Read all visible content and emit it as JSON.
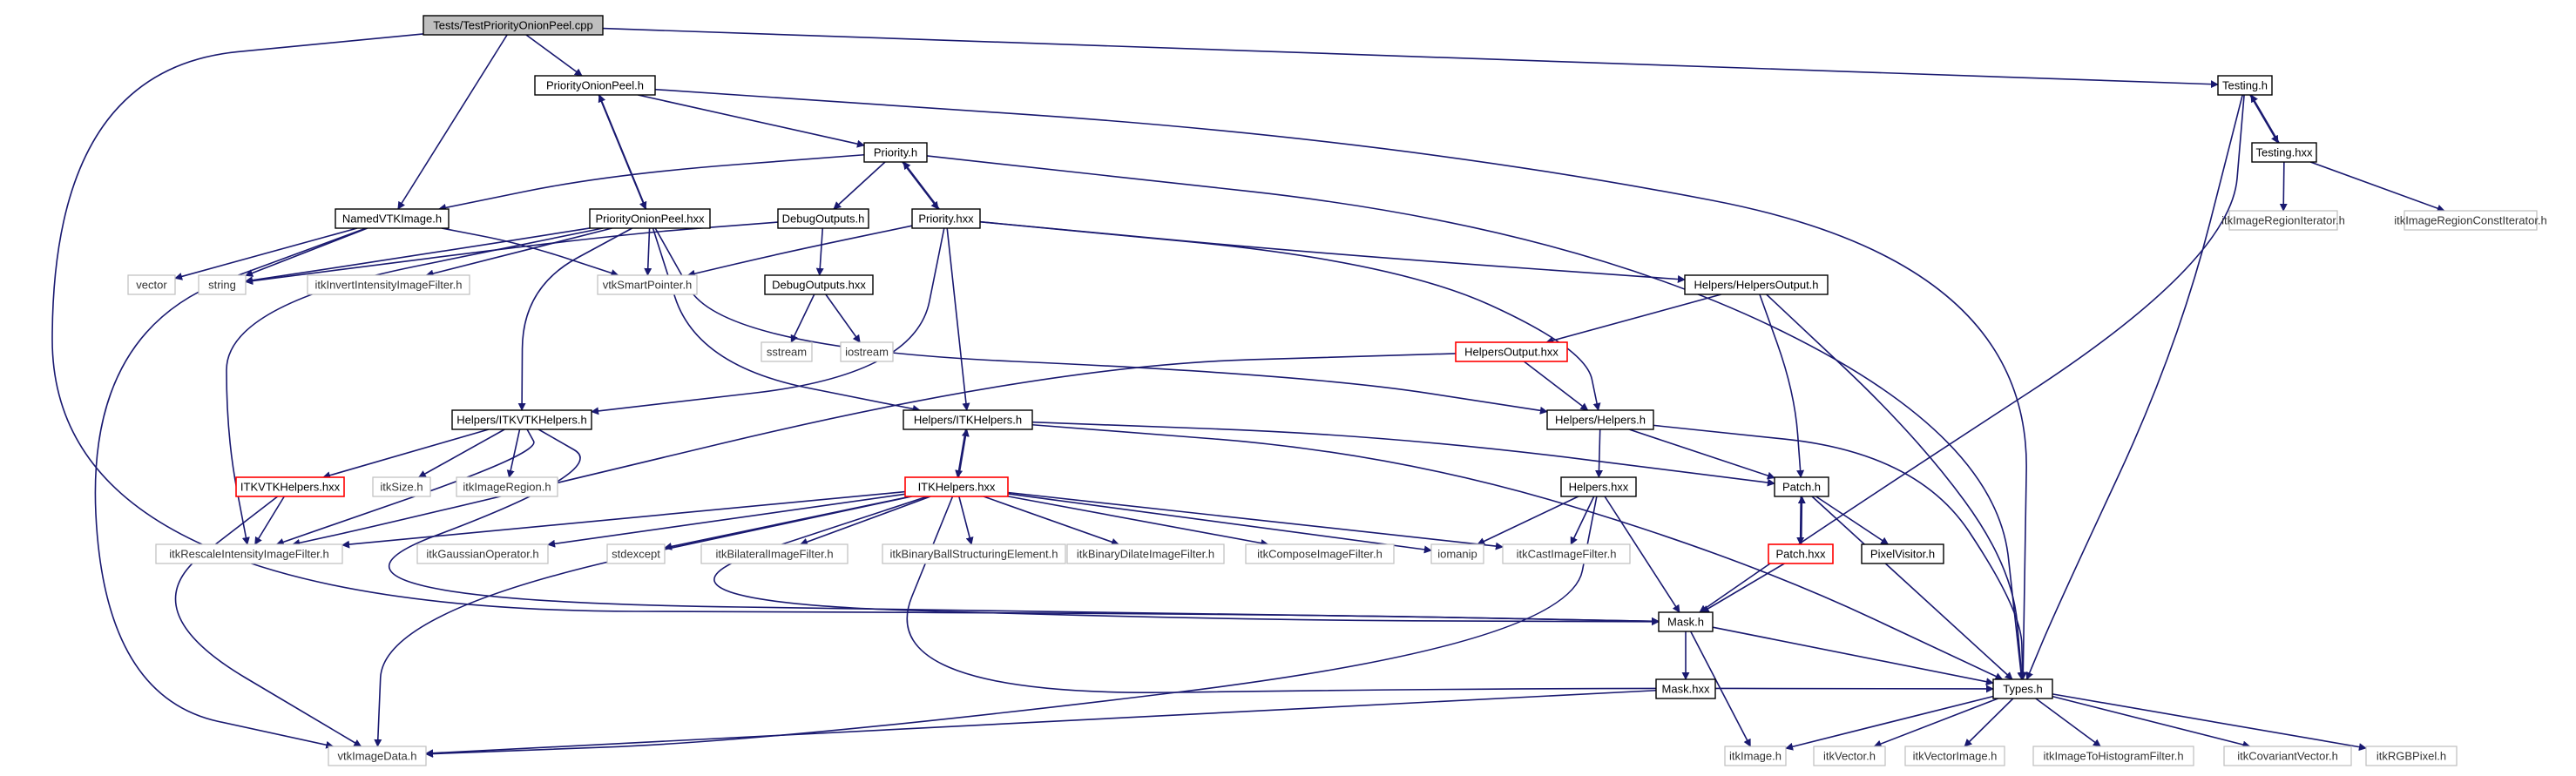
{
  "graph": {
    "nodes": [
      {
        "id": "root",
        "label": "Tests/TestPriorityOnionPeel.cpp",
        "style": "root"
      },
      {
        "id": "pop_h",
        "label": "PriorityOnionPeel.h",
        "style": "solid"
      },
      {
        "id": "testing_h",
        "label": "Testing.h",
        "style": "solid"
      },
      {
        "id": "testing_hxx",
        "label": "Testing.hxx",
        "style": "solid"
      },
      {
        "id": "regit",
        "label": "itkImageRegionIterator.h",
        "style": "gray"
      },
      {
        "id": "regcit",
        "label": "itkImageRegionConstIterator.h",
        "style": "gray"
      },
      {
        "id": "priority_h",
        "label": "Priority.h",
        "style": "solid"
      },
      {
        "id": "namedvtk",
        "label": "NamedVTKImage.h",
        "style": "solid"
      },
      {
        "id": "pop_hxx",
        "label": "PriorityOnionPeel.hxx",
        "style": "solid"
      },
      {
        "id": "debug_h",
        "label": "DebugOutputs.h",
        "style": "solid"
      },
      {
        "id": "priority_hxx",
        "label": "Priority.hxx",
        "style": "solid"
      },
      {
        "id": "vector",
        "label": "vector",
        "style": "gray"
      },
      {
        "id": "string",
        "label": "string",
        "style": "gray"
      },
      {
        "id": "invint",
        "label": "itkInvertIntensityImageFilter.h",
        "style": "gray"
      },
      {
        "id": "vtksmart",
        "label": "vtkSmartPointer.h",
        "style": "gray"
      },
      {
        "id": "debug_hxx",
        "label": "DebugOutputs.hxx",
        "style": "solid"
      },
      {
        "id": "sstream",
        "label": "sstream",
        "style": "gray"
      },
      {
        "id": "iostream",
        "label": "iostream",
        "style": "gray"
      },
      {
        "id": "helpersout_h",
        "label": "Helpers/HelpersOutput.h",
        "style": "solid"
      },
      {
        "id": "helpersout_hxx",
        "label": "HelpersOutput.hxx",
        "style": "red"
      },
      {
        "id": "itkvtk_h",
        "label": "Helpers/ITKVTKHelpers.h",
        "style": "solid"
      },
      {
        "id": "itkhelpers_h",
        "label": "Helpers/ITKHelpers.h",
        "style": "solid"
      },
      {
        "id": "helpers_h",
        "label": "Helpers/Helpers.h",
        "style": "solid"
      },
      {
        "id": "itkvtk_hxx",
        "label": "ITKVTKHelpers.hxx",
        "style": "red"
      },
      {
        "id": "itksize",
        "label": "itkSize.h",
        "style": "gray"
      },
      {
        "id": "itkregion",
        "label": "itkImageRegion.h",
        "style": "gray"
      },
      {
        "id": "itkhelpers_hxx",
        "label": "ITKHelpers.hxx",
        "style": "red"
      },
      {
        "id": "helpers_hxx",
        "label": "Helpers.hxx",
        "style": "solid"
      },
      {
        "id": "patch_h",
        "label": "Patch.h",
        "style": "solid"
      },
      {
        "id": "rescale",
        "label": "itkRescaleIntensityImageFilter.h",
        "style": "gray"
      },
      {
        "id": "gauss",
        "label": "itkGaussianOperator.h",
        "style": "gray"
      },
      {
        "id": "stdexcept",
        "label": "stdexcept",
        "style": "gray"
      },
      {
        "id": "bilateral",
        "label": "itkBilateralImageFilter.h",
        "style": "gray"
      },
      {
        "id": "binball",
        "label": "itkBinaryBallStructuringElement.h",
        "style": "gray"
      },
      {
        "id": "bindilate",
        "label": "itkBinaryDilateImageFilter.h",
        "style": "gray"
      },
      {
        "id": "compose",
        "label": "itkComposeImageFilter.h",
        "style": "gray"
      },
      {
        "id": "iomanip",
        "label": "iomanip",
        "style": "gray"
      },
      {
        "id": "cast",
        "label": "itkCastImageFilter.h",
        "style": "gray"
      },
      {
        "id": "patch_hxx",
        "label": "Patch.hxx",
        "style": "red"
      },
      {
        "id": "pixelvisitor",
        "label": "PixelVisitor.h",
        "style": "solid"
      },
      {
        "id": "mask_h",
        "label": "Mask.h",
        "style": "solid"
      },
      {
        "id": "mask_hxx",
        "label": "Mask.hxx",
        "style": "solid"
      },
      {
        "id": "types_h",
        "label": "Types.h",
        "style": "solid"
      },
      {
        "id": "vtkimagedata",
        "label": "vtkImageData.h",
        "style": "gray"
      },
      {
        "id": "itkimage",
        "label": "itkImage.h",
        "style": "gray"
      },
      {
        "id": "itkvector",
        "label": "itkVector.h",
        "style": "gray"
      },
      {
        "id": "itkvectorimage",
        "label": "itkVectorImage.h",
        "style": "gray"
      },
      {
        "id": "histo",
        "label": "itkImageToHistogramFilter.h",
        "style": "gray"
      },
      {
        "id": "covvec",
        "label": "itkCovariantVector.h",
        "style": "gray"
      },
      {
        "id": "rgb",
        "label": "itkRGBPixel.h",
        "style": "gray"
      }
    ]
  }
}
